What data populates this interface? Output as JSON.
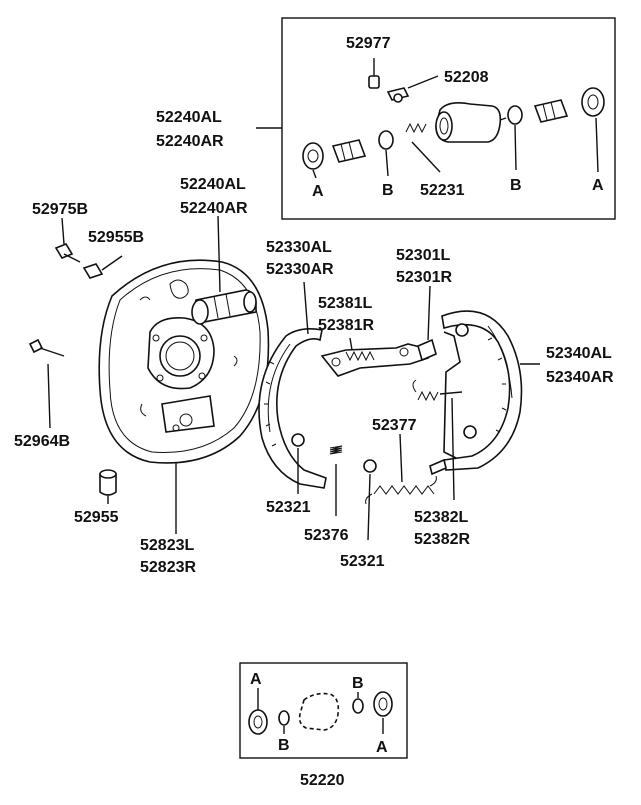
{
  "labels": {
    "p52977": "52977",
    "p52208": "52208",
    "p52240al_top": "52240AL",
    "p52240ar_top": "52240AR",
    "p52231": "52231",
    "inset_a_left": "A",
    "inset_b_left": "B",
    "inset_b_right": "B",
    "inset_a_right": "A",
    "p52240al_mid": "52240AL",
    "p52240ar_mid": "52240AR",
    "p52975b": "52975B",
    "p52955b": "52955B",
    "p52330al": "52330AL",
    "p52330ar": "52330AR",
    "p52301l": "52301L",
    "p52301r": "52301R",
    "p52381l": "52381L",
    "p52381r": "52381R",
    "p52340al": "52340AL",
    "p52340ar": "52340AR",
    "p52964b": "52964B",
    "p52377": "52377",
    "p52321a": "52321",
    "p52376": "52376",
    "p52382l": "52382L",
    "p52382r": "52382R",
    "p52321b": "52321",
    "p52955": "52955",
    "p52823l": "52823L",
    "p52823r": "52823R",
    "kit_a_left": "A",
    "kit_b_left": "B",
    "kit_b_right": "B",
    "kit_a_right": "A",
    "p52220": "52220"
  }
}
